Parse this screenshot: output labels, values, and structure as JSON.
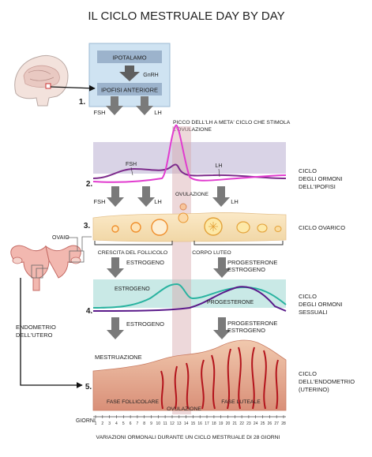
{
  "title": "IL CICLO MESTRUALE DAY BY DAY",
  "hypothalamus_box": {
    "hypothalamus": "IPOTALAMO",
    "hormone": "GnRH",
    "pituitary": "IPOFISI ANTERIORE"
  },
  "step_numbers": [
    "1.",
    "2.",
    "3.",
    "4.",
    "5."
  ],
  "pituitary_outputs": {
    "fsh": "FSH",
    "lh": "LH"
  },
  "lh_peak_note": "PICCO DELL'LH A META' CICLO CHE STIMOLA L'OVULAZIONE",
  "pituitary_curves": {
    "fsh": "FSH",
    "lh": "LH"
  },
  "ovulation_label": "OVULAZIONE",
  "ovarian_inputs": {
    "fsh": "FSH",
    "lh": "LH"
  },
  "ovary_label": "OVAIO",
  "follicle_growth": "CRESCITA DEL FOLLICOLO",
  "corpus_luteum": "CORPO LUTEO",
  "follicular_output": "ESTROGENO",
  "luteal_output": [
    "PROGESTERONE",
    "ESTROGENO"
  ],
  "sex_curves": {
    "estrogen": "ESTROGENO",
    "progesterone": "PROGESTERONE"
  },
  "endometrium_inputs": {
    "follicular": "ESTROGENO",
    "luteal": [
      "PROGESTERONE",
      "ESTROGENO"
    ]
  },
  "menstruation": "MESTRUAZIONE",
  "uterine_endometrium": [
    "ENDOMETRIO",
    "DELL'UTERO"
  ],
  "row_labels": {
    "pituitary_cycle": [
      "CICLO",
      "DEGLI ORMONI",
      "DELL'IPOFISI"
    ],
    "ovarian_cycle": "CICLO OVARICO",
    "sex_cycle": [
      "CICLO",
      "DEGLI ORMONI",
      "SESSUALI"
    ],
    "endometrial_cycle": [
      "CICLO",
      "DELL'ENDOMETRIO",
      "(UTERINO)"
    ]
  },
  "phases": {
    "follicular": "FASE FOLLICOLARE",
    "ovulation": "OVULAZIONE",
    "luteal": "FASE LUTEALE"
  },
  "days_label": "GIORNI",
  "days": [
    "1",
    "2",
    "3",
    "4",
    "5",
    "6",
    "7",
    "8",
    "9",
    "10",
    "11",
    "12",
    "13",
    "14",
    "15",
    "16",
    "17",
    "18",
    "19",
    "20",
    "21",
    "22",
    "23",
    "24",
    "25",
    "26",
    "27",
    "28"
  ],
  "caption": "VARIAZIONI ORMONALI DURANTE UN CICLO MESTRUALE DI 28 GIORNI",
  "colors": {
    "panel_blue": "#cfe3f2",
    "pituitary_band": "#d9d3e6",
    "sex_band": "#c9e9e6",
    "ovulation_band": "#d7a9ae",
    "lh_curve": "#e13ccf",
    "fsh_curve": "#7d2b8c",
    "estrogen_curve": "#29b3a0",
    "progesterone_curve": "#5a1a8a",
    "arrow_gray": "#7a7a7a",
    "endometrium": "#e8b79a",
    "vessel_red": "#b3141c"
  }
}
